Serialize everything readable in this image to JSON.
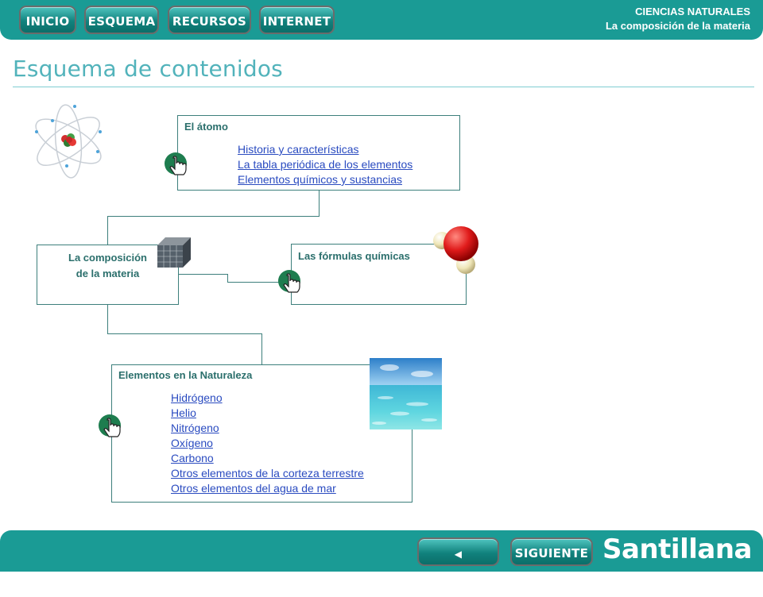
{
  "nav": {
    "inicio": "INICIO",
    "esquema": "ESQUEMA",
    "recursos": "RECURSOS",
    "internet": "INTERNET"
  },
  "header": {
    "subject": "CIENCIAS NATURALES",
    "unit": "La composición de la materia"
  },
  "page_title": "Esquema de contenidos",
  "atomo": {
    "heading": "El átomo",
    "links": [
      "Historia y características",
      "La tabla periódica de los elementos",
      "Elementos químicos y sustancias"
    ]
  },
  "composicion": {
    "line1": "La composición",
    "line2": "de la materia"
  },
  "formulas": {
    "heading": "Las fórmulas químicas"
  },
  "naturaleza": {
    "heading": "Elementos en la Naturaleza",
    "links": [
      "Hidrógeno ",
      "Helio",
      "Nitrógeno",
      "Oxígeno",
      "Carbono",
      "Otros elementos de la corteza terrestre",
      "Otros elementos del agua de mar"
    ]
  },
  "footer": {
    "anterior": "ANTERIOR",
    "siguiente": "SIGUIENTE",
    "brand": "Santillana"
  },
  "colors": {
    "bar": "#1a9b95",
    "title": "#52b3bb",
    "link": "#2a4bc0",
    "heading": "#2b6f6c"
  }
}
